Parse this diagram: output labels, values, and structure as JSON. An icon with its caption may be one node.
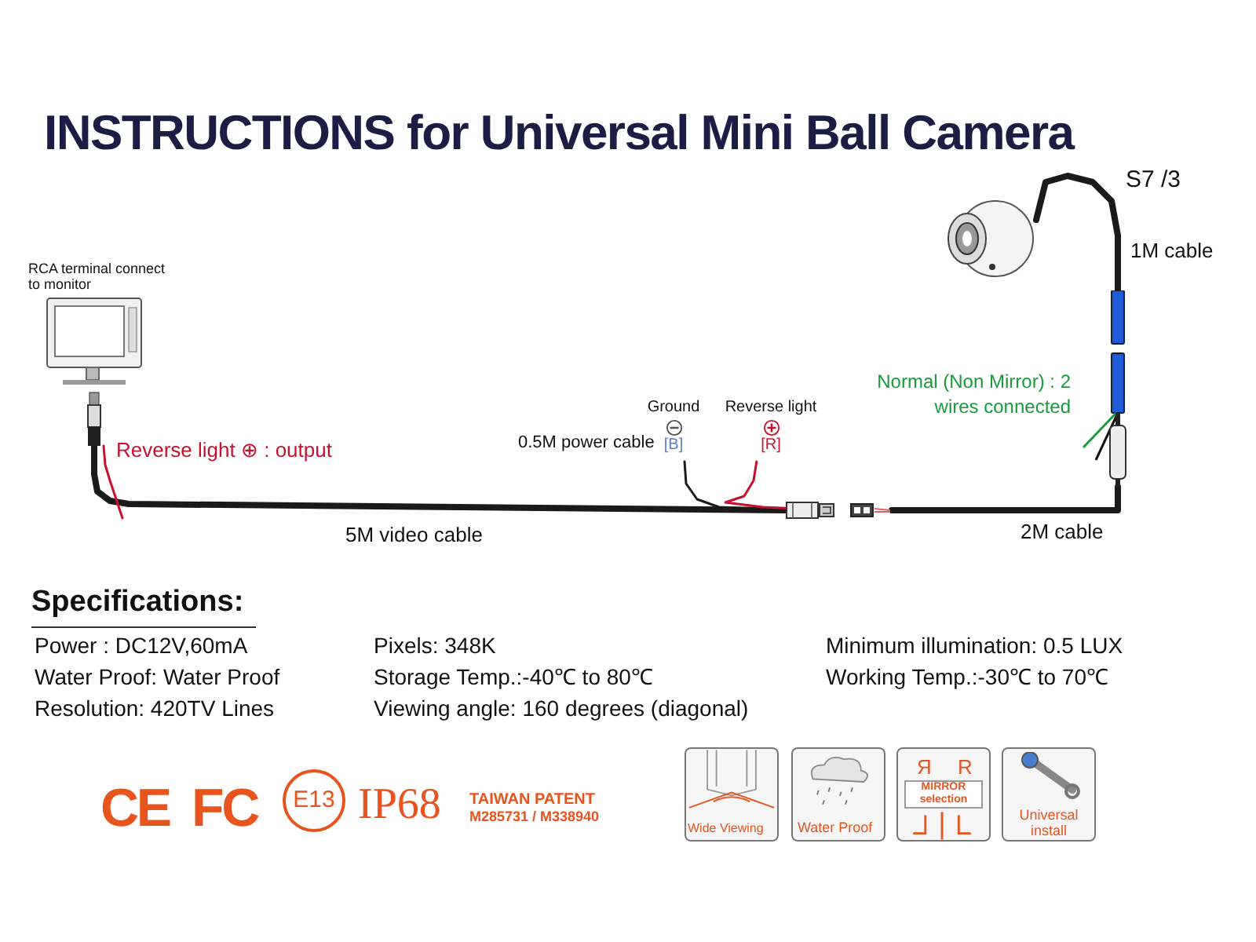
{
  "diagram": {
    "title": "INSTRUCTIONS for Universal Mini Ball Camera",
    "nodes": [
      {
        "text": [],
        "shape": "picture",
        "beside": [
          "RCA terminal connect to monitor"
        ]
      },
      {
        "text": [],
        "shape": "picture"
      },
      {
        "text": [],
        "shape": "picture"
      },
      {
        "text": [],
        "shape": "picture"
      },
      {
        "text": [],
        "shape": "picture"
      },
      {
        "text": [
          "Ground",
          "[B]"
        ]
      },
      {
        "text": [
          "Reverse light",
          "[R]"
        ]
      }
    ],
    "edges": [
      {
        "from": 0,
        "to": 1,
        "arrow": "none",
        "label": "5M video cable",
        "style": "thick"
      },
      {
        "from": 2,
        "to": 4,
        "arrow": "none",
        "label": "2M cable",
        "style": "thick"
      },
      {
        "from": 4,
        "to": 3,
        "arrow": "none",
        "label": "1M cable",
        "style": "thick"
      },
      {
        "from": 5,
        "to": 1,
        "arrow": "none"
      },
      {
        "from": 6,
        "to": 1,
        "arrow": "none",
        "color": "#c8102e"
      },
      {
        "from": null,
        "to": 0,
        "arrow": "none",
        "color": "#c8102e"
      }
    ],
    "labels": [
      "S7 /3",
      "Reverse light ⊕ : output",
      "0.5M power cable",
      "Normal (Non Mirror) : 2 wires connected",
      "Specifications:",
      "Power : DC12V,60mA",
      "Pixels: 348K",
      "Minimum illumination: 0.5 LUX",
      "Water Proof: Water Proof",
      "Storage Temp.:-40℃ to 80℃",
      "Working Temp.:-30℃ to 70℃",
      "Resolution: 420TV Lines",
      "Viewing angle: 160 degrees (diagonal)",
      "CE",
      "FC",
      "E13",
      "IP68",
      "TAIWAN PATENT",
      "M285731 / M338940",
      "Wide Viewing",
      "Water Proof",
      "R",
      "R",
      "MIRROR selection",
      "Universal install"
    ]
  }
}
